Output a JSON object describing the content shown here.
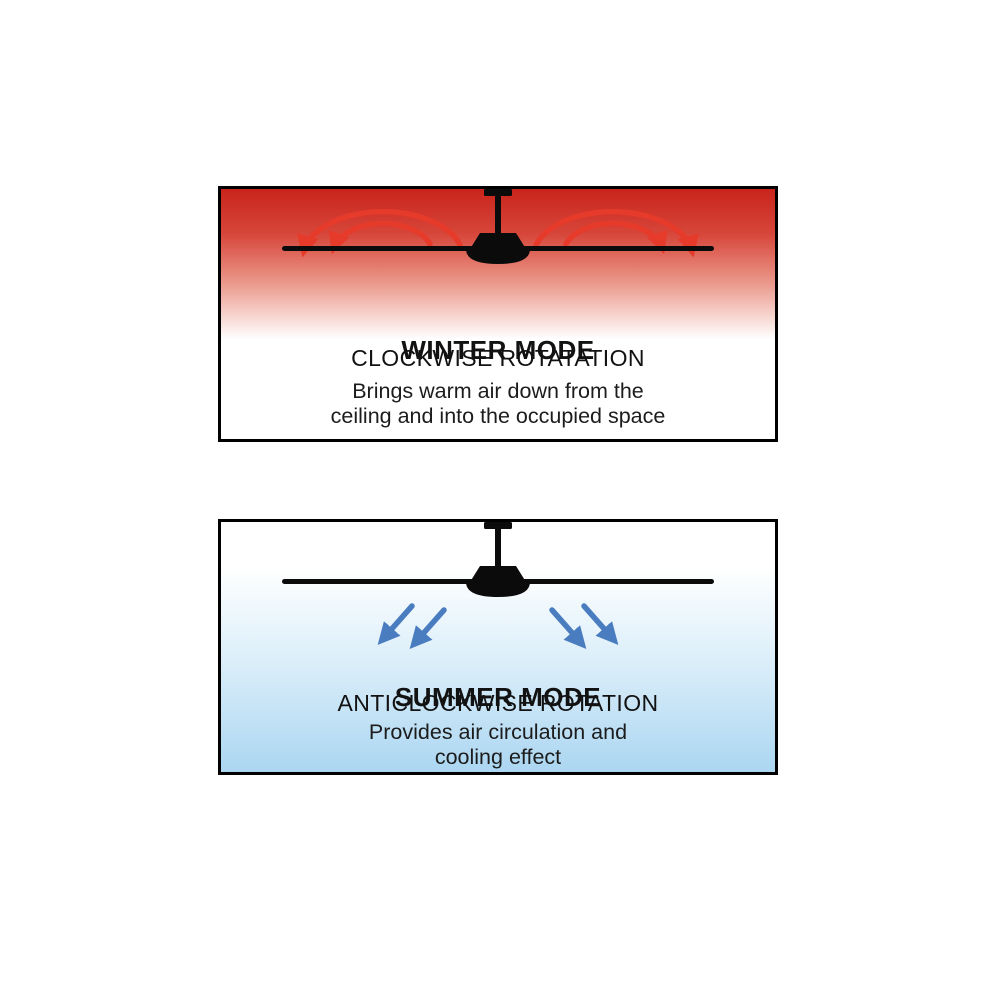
{
  "colors": {
    "winter_gradient_top": "#c9241b",
    "winter_gradient_bottom": "#ffffff",
    "winter_arrow": "#e63a2b",
    "summer_gradient_top": "#ffffff",
    "summer_gradient_bottom": "#abd6f1",
    "summer_arrow": "#4a7dc0",
    "panel_outline": "#000000",
    "fan_silhouette": "#0b0b0b",
    "text": "#121212"
  },
  "panels": [
    {
      "mode": "winter",
      "title": "WINTER MODE",
      "subtitle": "CLOCKWISE ROTATATION",
      "description_line1": "Brings warm air down from the",
      "description_line2": "ceiling and into the occupied space",
      "icons": {
        "fan": "ceiling-fan-icon",
        "airflow": "warm-air-arc-arrows-icon"
      }
    },
    {
      "mode": "summer",
      "title": "SUMMER MODE",
      "subtitle": "ANTICLOCKWISE ROTATION",
      "description_line1": "Provides air circulation and",
      "description_line2": "cooling effect",
      "icons": {
        "fan": "ceiling-fan-icon",
        "airflow": "cool-air-down-arrows-icon"
      }
    }
  ]
}
